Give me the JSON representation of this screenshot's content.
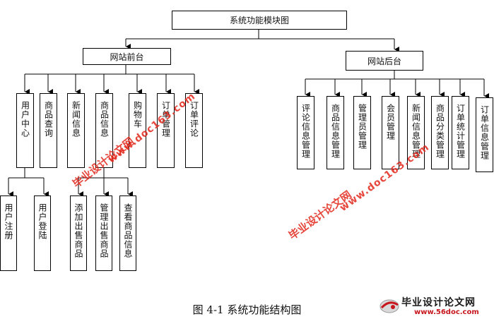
{
  "diagram": {
    "root": "系统功能模块图",
    "frontend": {
      "title": "网站前台",
      "children": [
        "用户中心",
        "商品查询",
        "新闻信息",
        "商品信息",
        "购物车",
        "订单管理",
        "订单评论"
      ],
      "user_center_children": [
        "用户注册",
        "用户登陆"
      ],
      "product_info_children": [
        "添加出售商品",
        "管理出售商品",
        "查看商品信息"
      ]
    },
    "backend": {
      "title": "网站后台",
      "children": [
        "评论信息管理",
        "商品信息管理",
        "管理员管理",
        "会员管理",
        "新闻信息管理",
        "商品分类管理",
        "订单统计管理",
        "订单信息管理"
      ]
    }
  },
  "caption": "图 4-1 系统功能结构图",
  "watermark": {
    "cn": "毕业设计论文网",
    "url": "www.doc163.com",
    "color": "#e2261a"
  },
  "logo": {
    "cn": "毕业设计论文网",
    "url": "www.56doc.com"
  }
}
